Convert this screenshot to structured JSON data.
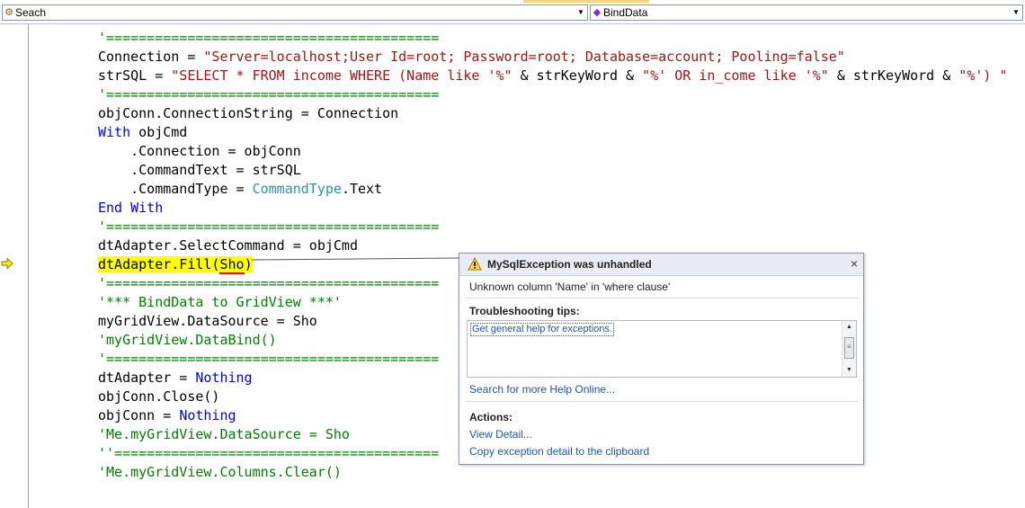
{
  "nav": {
    "left_combo": "Seach",
    "right_combo": "BindData"
  },
  "code": {
    "l1": "'=========================================",
    "l2a": "Connection = ",
    "l2b": "\"Server=localhost;User Id=root; Password=root; Database=account; Pooling=false\"",
    "l3a": "strSQL = ",
    "l3b": "\"SELECT * FROM income WHERE (Name like '%\"",
    "l3c": " & strKeyWord & ",
    "l3d": "\"%' OR in_come like '%\"",
    "l3e": " & strKeyWord & ",
    "l3f": "\"%') \"",
    "l4": "'=========================================",
    "l5": "objConn.ConnectionString = Connection",
    "l6a": "With",
    "l6b": " objCmd",
    "l7": "    .Connection = objConn",
    "l8": "    .CommandText = strSQL",
    "l9a": "    .CommandType = ",
    "l9b": "CommandType",
    "l9c": ".Text",
    "l10": "End With",
    "l11": "'=========================================",
    "l12": "dtAdapter.SelectCommand = objCmd",
    "l13a": "dtAdapter.Fill(",
    "l13b": "Sho",
    "l13c": ")",
    "l14": "'=========================================",
    "l15": "'*** BindData to GridView ***'",
    "l16": "myGridView.DataSource = Sho",
    "l17": "'myGridView.DataBind()",
    "l18": "'=========================================",
    "l19a": "dtAdapter = ",
    "l19b": "Nothing",
    "l20": "objConn.Close()",
    "l21a": "objConn = ",
    "l21b": "Nothing",
    "l22": "'Me.myGridView.DataSource = Sho",
    "l23": "''========================================",
    "l24": "'Me.myGridView.Columns.Clear()"
  },
  "exception": {
    "title": "MySqlException was unhandled",
    "message": "Unknown column 'Name' in 'where clause'",
    "tips_title": "Troubleshooting tips:",
    "tip_link": "Get general help for exceptions.",
    "help_online": "Search for more Help Online...",
    "actions_title": "Actions:",
    "view_detail": "View Detail...",
    "copy_detail": "Copy exception detail to the clipboard",
    "close_glyph": "×"
  },
  "icons": {
    "left_combo": "class-icon",
    "right_combo": "method-icon",
    "execution_point": "current-statement-arrow-icon",
    "warning": "warning-icon"
  },
  "colors": {
    "comment": "#008000",
    "keyword": "#0000ff",
    "string": "#a31515",
    "type": "#2b91af",
    "highlight": "#ffff00",
    "link": "#1a56b0"
  }
}
